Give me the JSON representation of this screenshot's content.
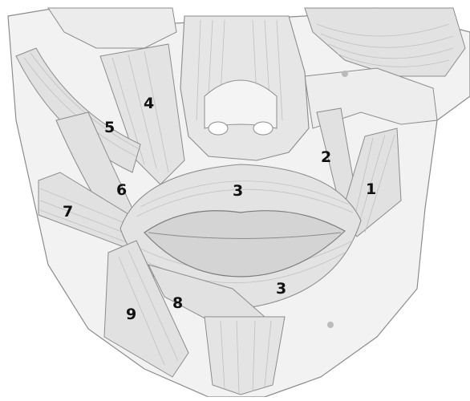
{
  "colors": {
    "background": "#ffffff",
    "muscle_fill": "#e4e4e4",
    "skin_fill": "#f1f1f1",
    "bone_fill": "#ebebeb",
    "line": "#8c8c8c",
    "fiber": "#bdbdbd",
    "label": "#111111"
  },
  "labels": [
    {
      "id": "1",
      "text": "1"
    },
    {
      "id": "2",
      "text": "2"
    },
    {
      "id": "3a",
      "text": "3"
    },
    {
      "id": "3b",
      "text": "3"
    },
    {
      "id": "4",
      "text": "4"
    },
    {
      "id": "5",
      "text": "5"
    },
    {
      "id": "6",
      "text": "6"
    },
    {
      "id": "7",
      "text": "7"
    },
    {
      "id": "8",
      "text": "8"
    },
    {
      "id": "9",
      "text": "9"
    }
  ]
}
